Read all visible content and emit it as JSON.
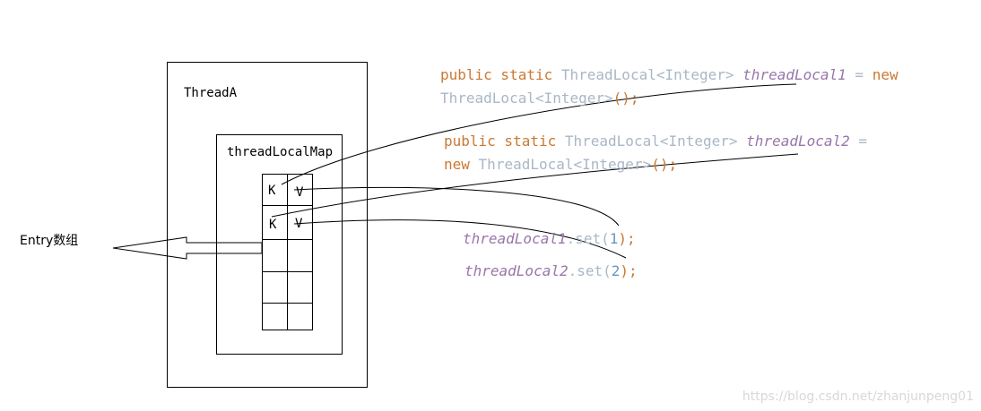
{
  "threadA": {
    "title": "ThreadA"
  },
  "map": {
    "title": "threadLocalMap"
  },
  "entries": {
    "k1": "K",
    "v1": "V",
    "k2": "K",
    "v2": "V"
  },
  "entry_array_label": "Entry数组",
  "code": {
    "decl1": {
      "kw": "public static",
      "type": "ThreadLocal<Integer>",
      "name": "threadLocal1",
      "eq": "=",
      "new": "new",
      "ctor": "ThreadLocal<Integer>",
      "tail": "();"
    },
    "decl2": {
      "kw": "public static",
      "type": "ThreadLocal<Integer>",
      "name": "threadLocal2",
      "eq": "=",
      "new": "new",
      "ctor": "ThreadLocal<Integer>",
      "tail": "();"
    },
    "set1": {
      "name": "threadLocal1",
      "call": ".set(",
      "arg": "1",
      "end": ");"
    },
    "set2": {
      "name": "threadLocal2",
      "call": ".set(",
      "arg": "2",
      "end": ");"
    }
  },
  "watermark": "https://blog.csdn.net/zhanjunpeng01"
}
